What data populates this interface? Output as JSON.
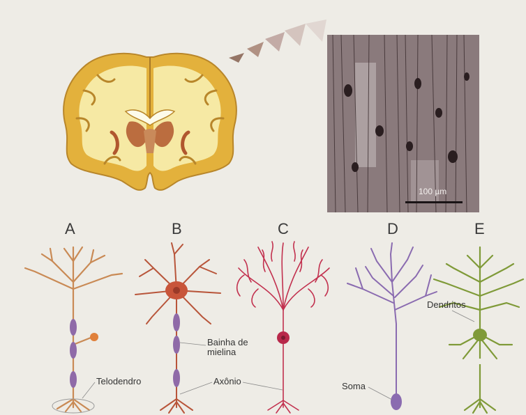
{
  "figure": {
    "panel_letters": [
      "A",
      "B",
      "C",
      "D",
      "E"
    ],
    "labels": {
      "telodendro": "Telodendro",
      "bainha": [
        "Bainha de",
        "mielina"
      ],
      "axonio": "Axônio",
      "soma": "Soma",
      "dendritos": "Dendritos"
    },
    "scale_bar": "100 µm"
  },
  "colors": {
    "neuron_a": "#c98a55",
    "neuron_b": "#b8553a",
    "neuron_c": "#c2304e",
    "neuron_d": "#8a6bb0",
    "neuron_e": "#7f9a38",
    "myelin": "#8f6aa8",
    "brain_gray": "#e4b53e",
    "brain_white": "#f4e6a0"
  }
}
